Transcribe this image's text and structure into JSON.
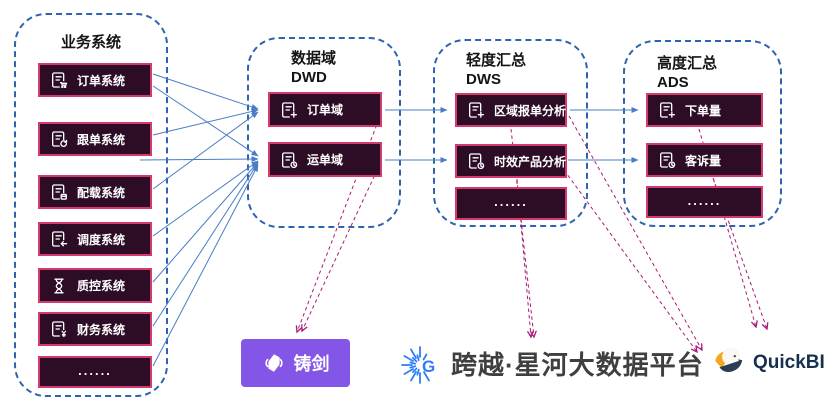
{
  "columns": [
    {
      "title": "业务系统",
      "items": [
        {
          "label": "订单系统",
          "icon": "file-cart-icon"
        },
        {
          "label": "跟单系统",
          "icon": "file-sync-icon"
        },
        {
          "label": "配载系统",
          "icon": "file-box-icon"
        },
        {
          "label": "调度系统",
          "icon": "file-arrow-icon"
        },
        {
          "label": "质控系统",
          "icon": "hourglass-icon"
        },
        {
          "label": "财务系统",
          "icon": "file-yen-icon"
        },
        {
          "label": "......"
        }
      ]
    },
    {
      "title": "数据域",
      "subtitle": "DWD",
      "items": [
        {
          "label": "订单域",
          "icon": "file-plus-icon"
        },
        {
          "label": "运单域",
          "icon": "file-clock-icon"
        }
      ]
    },
    {
      "title": "轻度汇总",
      "subtitle": "DWS",
      "items": [
        {
          "label": "区域报单分析",
          "icon": "file-plus-icon"
        },
        {
          "label": "时效产品分析",
          "icon": "file-clock-icon"
        },
        {
          "label": "......"
        }
      ]
    },
    {
      "title": "高度汇总",
      "subtitle": "ADS",
      "items": [
        {
          "label": "下单量",
          "icon": "file-plus-icon"
        },
        {
          "label": "客诉量",
          "icon": "file-clock-icon"
        },
        {
          "label": "......"
        }
      ]
    }
  ],
  "footer": {
    "forge_label": "铸剑",
    "platform_name": "跨越·星河大数据平台",
    "platform_letter": "G",
    "quickbi_label": "QuickBI"
  },
  "colors": {
    "node_background": "#2d0c26",
    "node_border": "#d43a6e",
    "container_dash_blue": "#2e63ae",
    "flow_arrow_blue": "#4a7cc7",
    "consume_arrow_magenta": "#aa1b77",
    "forge_purple": "#8456e8",
    "platform_logo_blue": "#2f7df6",
    "quickbi_navy": "#16304f"
  }
}
